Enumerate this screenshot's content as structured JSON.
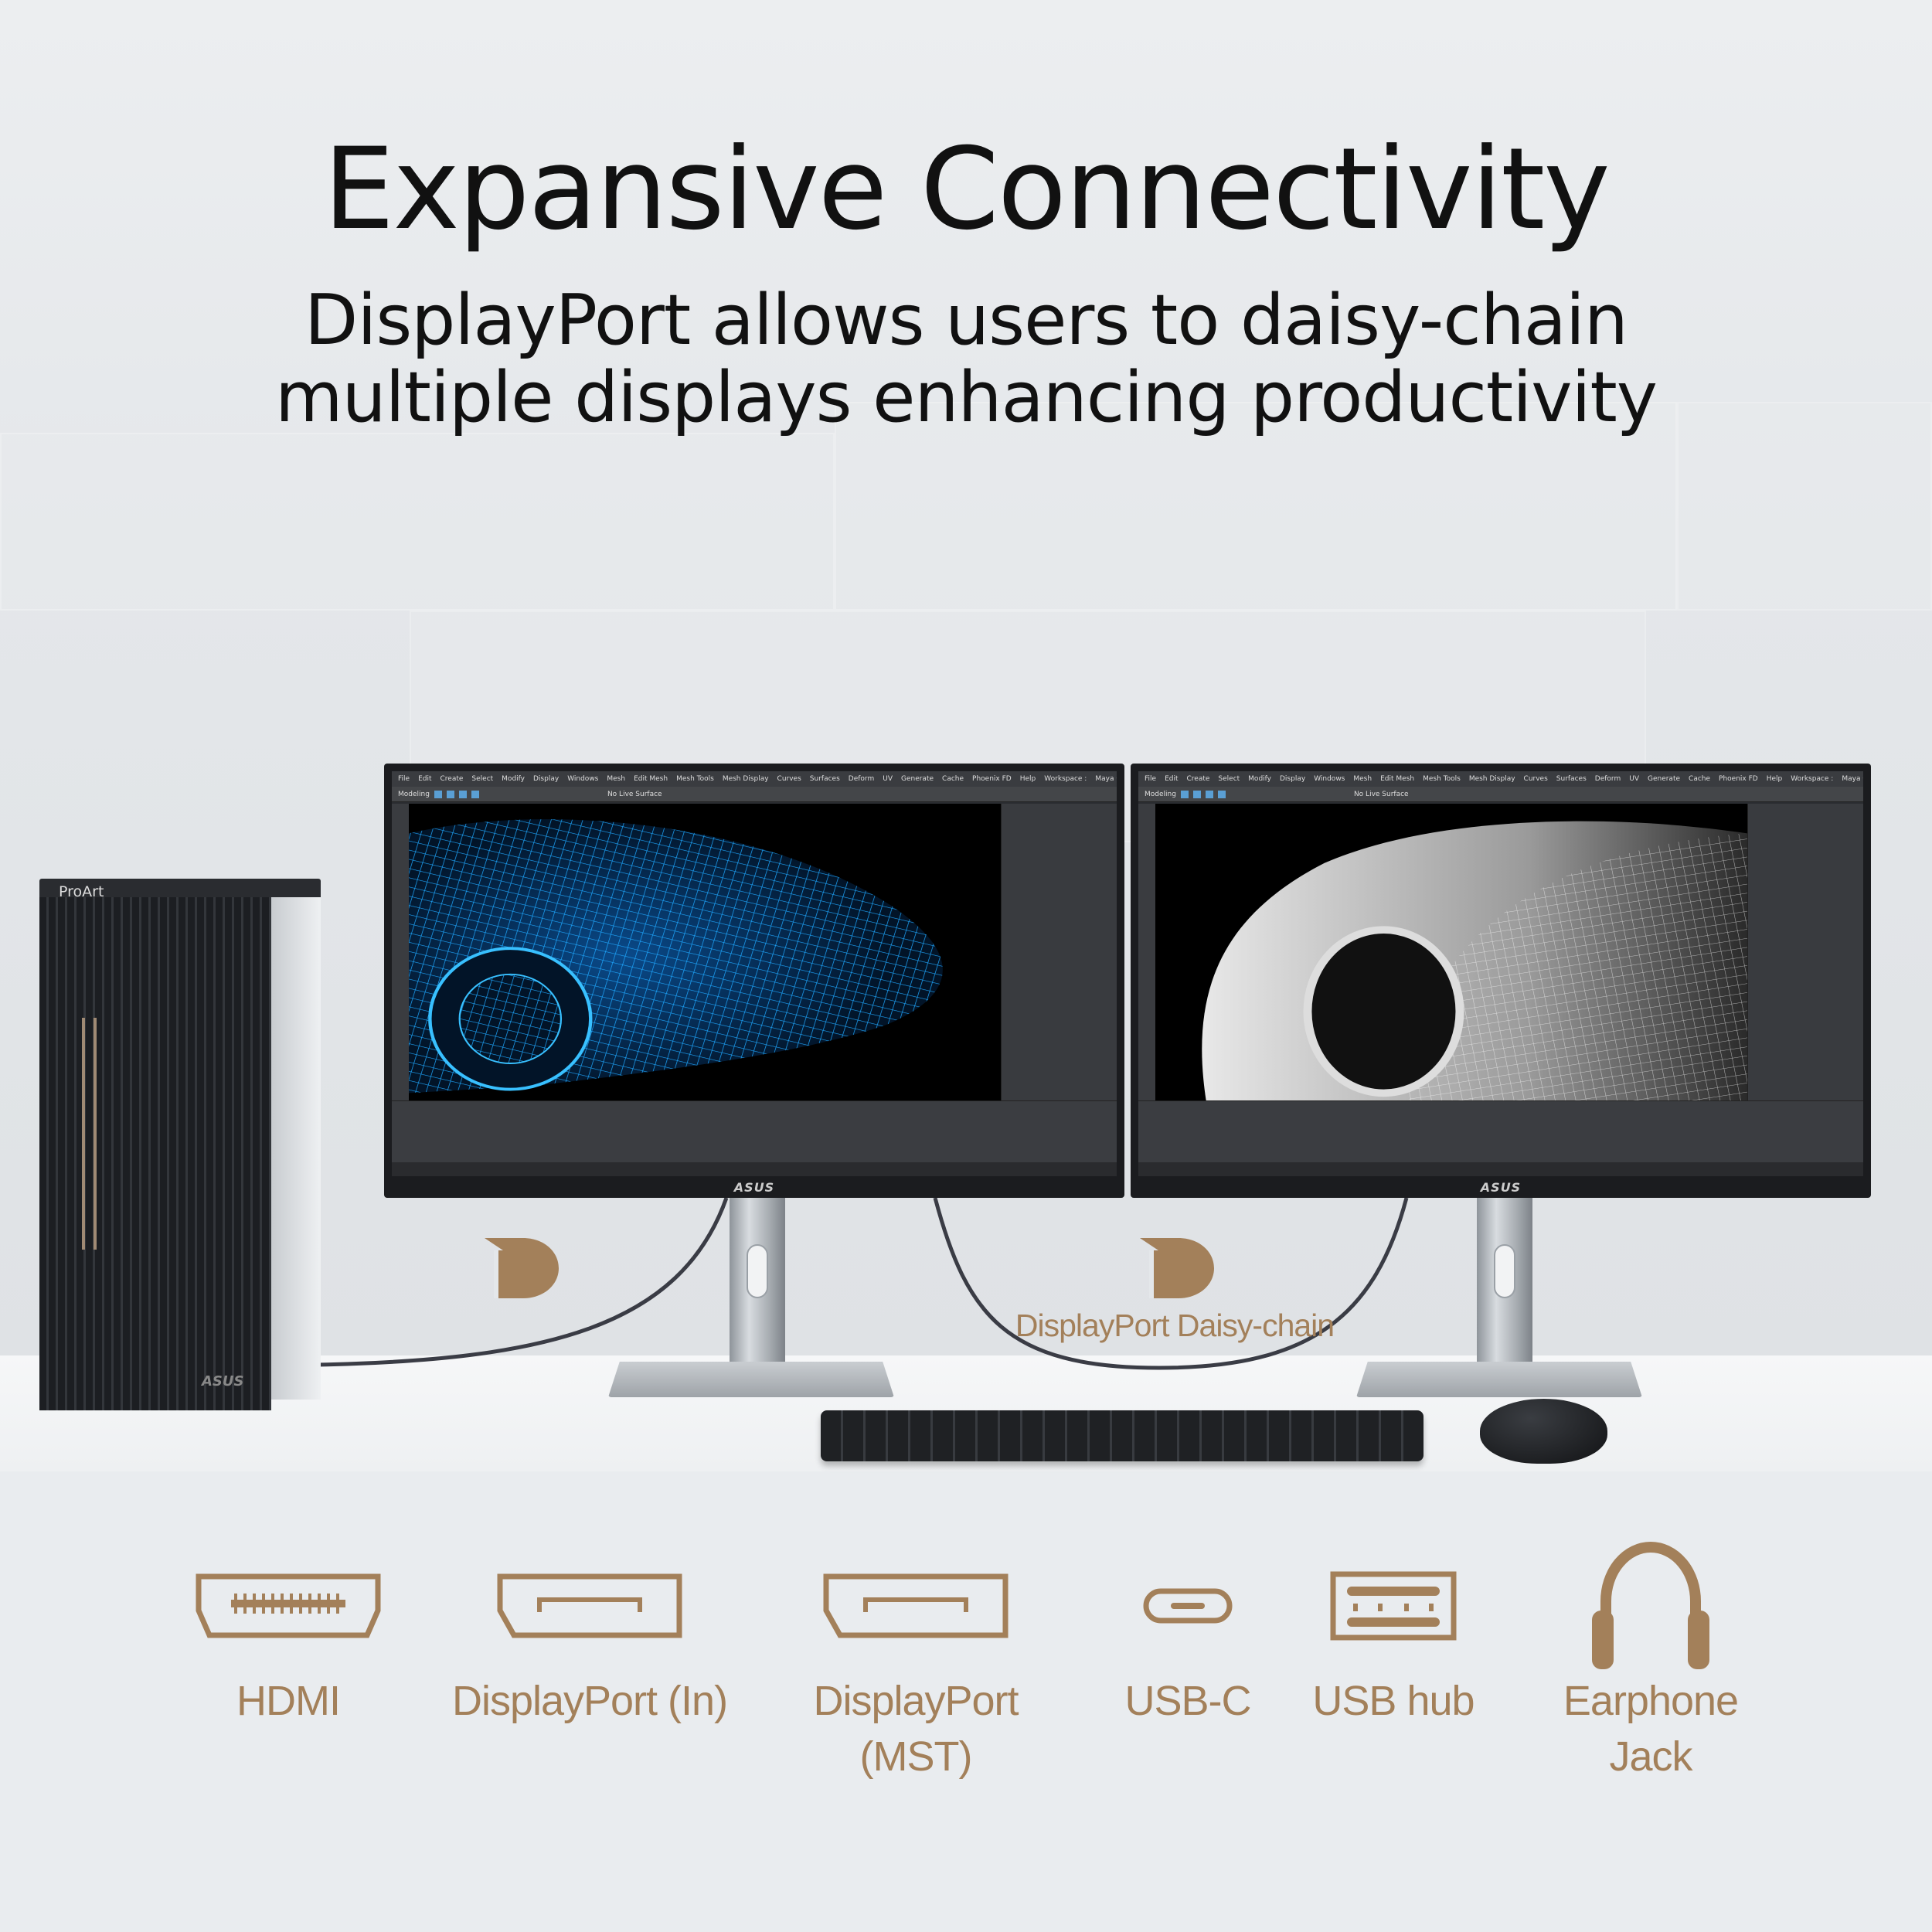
{
  "headline": "Expansive Connectivity",
  "subheadline": {
    "line1": "DisplayPort allows users to daisy-chain",
    "line2": "multiple displays enhancing productivity"
  },
  "accent_color": "#a3805a",
  "pc": {
    "brand_label": "ProArt",
    "badge": "ASUS"
  },
  "monitors": [
    {
      "brand": "ASUS",
      "theme": "blue-wireframe-car"
    },
    {
      "brand": "ASUS",
      "theme": "white-wireframe-car"
    }
  ],
  "software": {
    "menu": [
      "File",
      "Edit",
      "Create",
      "Select",
      "Modify",
      "Display",
      "Windows",
      "Mesh",
      "Edit Mesh",
      "Mesh Tools",
      "Mesh Display",
      "Curves",
      "Surfaces",
      "Deform",
      "UV",
      "Generate",
      "Cache",
      "Phoenix FD",
      "Help"
    ],
    "workspace_label": "Workspace :",
    "workspace_value": "Maya Classic",
    "mode": "Modeling",
    "live_surface": "No Live Surface"
  },
  "daisy_chain": {
    "logo": "DP",
    "caption": "DisplayPort  Daisy-chain"
  },
  "ports": [
    {
      "icon": "hdmi-port-icon",
      "label": "HDMI",
      "label2": ""
    },
    {
      "icon": "displayport-in-icon",
      "label": "DisplayPort (In)",
      "label2": ""
    },
    {
      "icon": "displayport-mst-icon",
      "label": "DisplayPort",
      "label2": "(MST)"
    },
    {
      "icon": "usb-c-icon",
      "label": "USB-C",
      "label2": ""
    },
    {
      "icon": "usb-hub-icon",
      "label": "USB hub",
      "label2": ""
    },
    {
      "icon": "headphone-icon",
      "label": "Earphone",
      "label2": "Jack"
    }
  ]
}
